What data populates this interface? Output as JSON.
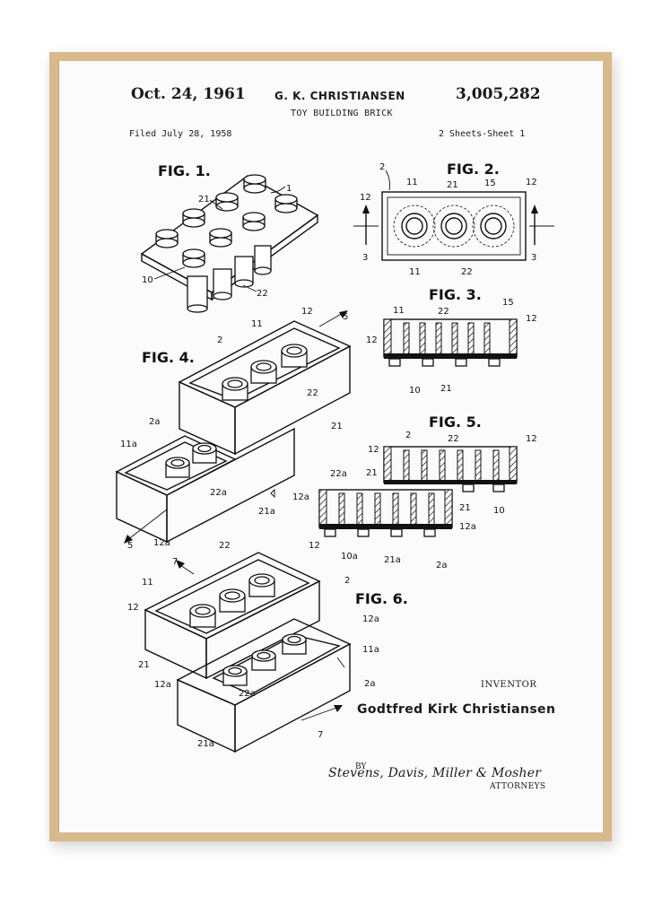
{
  "patent": {
    "date": "Oct. 24, 1961",
    "inventor_header": "G. K. CHRISTIANSEN",
    "number": "3,005,282",
    "title": "TOY BUILDING BRICK",
    "filed": "Filed July 28, 1958",
    "sheets": "2 Sheets-Sheet 1"
  },
  "figures": {
    "fig1": "FIG. 1.",
    "fig2": "FIG. 2.",
    "fig3": "FIG. 3.",
    "fig4": "FIG. 4.",
    "fig5": "FIG. 5.",
    "fig6": "FIG. 6."
  },
  "ref_numerals": {
    "fig1": [
      "1",
      "21",
      "10",
      "22"
    ],
    "fig2": [
      "2",
      "11",
      "21",
      "15",
      "12",
      "12",
      "3",
      "3",
      "11",
      "22"
    ],
    "fig3": [
      "11",
      "22",
      "15",
      "12",
      "12",
      "10",
      "21"
    ],
    "fig4": [
      "2",
      "11",
      "12",
      "5",
      "22",
      "21",
      "2a",
      "11a",
      "22a",
      "21a",
      "12a",
      "5"
    ],
    "fig5": [
      "2",
      "22",
      "12",
      "12",
      "21",
      "22a",
      "12a",
      "21",
      "10",
      "12a",
      "10a",
      "21a",
      "2a"
    ],
    "fig6": [
      "7",
      "22",
      "12",
      "11",
      "2",
      "12",
      "12a",
      "11a",
      "21",
      "12a",
      "22a",
      "2a",
      "21a",
      "7"
    ]
  },
  "footer": {
    "inventor_label": "INVENTOR",
    "inventor_name": "Godtfred Kirk Christiansen",
    "by": "BY",
    "signature": "Stevens, Davis, Miller & Mosher",
    "attorneys": "ATTORNEYS"
  },
  "colors": {
    "frame": "#d8b98c",
    "paper": "#fbfbfb",
    "ink": "#111111"
  }
}
